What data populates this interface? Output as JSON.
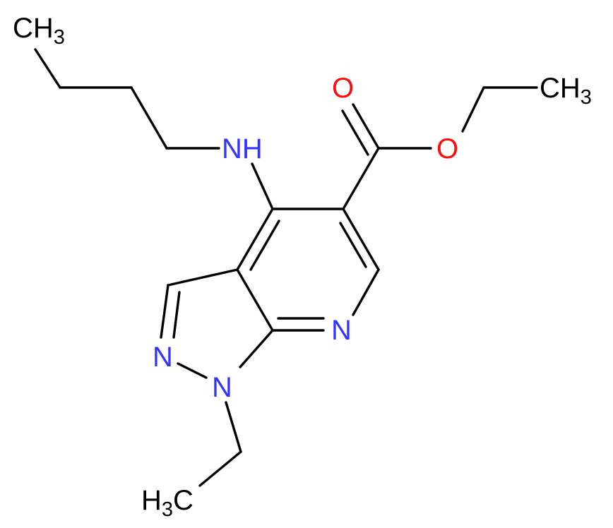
{
  "molecule": {
    "colors": {
      "bond": "#000000",
      "carbon_label": "#000000",
      "nitrogen_label": "#3333ff",
      "oxygen_label": "#ff0d0d"
    },
    "atom_labels": {
      "butyl_ch3": {
        "main": "CH",
        "sub": "3"
      },
      "ester_ch3": {
        "main": "CH",
        "sub": "3"
      },
      "ethyl_h3c": {
        "pre": "H",
        "sub": "3",
        "post": "C"
      },
      "amine_nh": "NH",
      "carbonyl_o": "O",
      "ester_o": "O",
      "pyridine_n": "N",
      "pyrazole_n2": "N",
      "pyrazole_n1": "N"
    }
  }
}
